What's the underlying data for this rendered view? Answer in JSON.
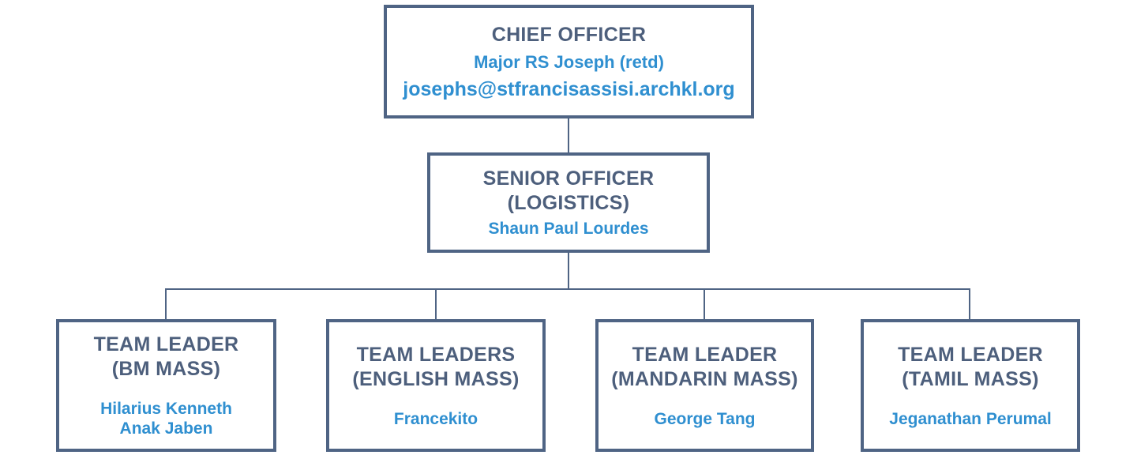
{
  "chief": {
    "role": "CHIEF OFFICER",
    "name": "Major RS Joseph (retd)",
    "email": "josephs@stfrancisassisi.archkl.org"
  },
  "senior": {
    "role_line1": "SENIOR OFFICER",
    "role_line2": "(LOGISTICS)",
    "name": "Shaun Paul Lourdes"
  },
  "leaders": [
    {
      "role_line1": "TEAM LEADER",
      "role_line2": "(BM MASS)",
      "name_line1": "Hilarius Kenneth",
      "name_line2": "Anak Jaben"
    },
    {
      "role_line1": "TEAM LEADERS",
      "role_line2": "(ENGLISH MASS)",
      "name_line1": "Francekito"
    },
    {
      "role_line1": "TEAM LEADER",
      "role_line2": "(MANDARIN MASS)",
      "name_line1": "George Tang"
    },
    {
      "role_line1": "TEAM LEADER",
      "role_line2": "(TAMIL MASS)",
      "name_line1": "Jeganathan Perumal"
    }
  ],
  "colors": {
    "border": "#4f6484",
    "role_text": "#4d5f7c",
    "name_text": "#2f8fd0"
  }
}
